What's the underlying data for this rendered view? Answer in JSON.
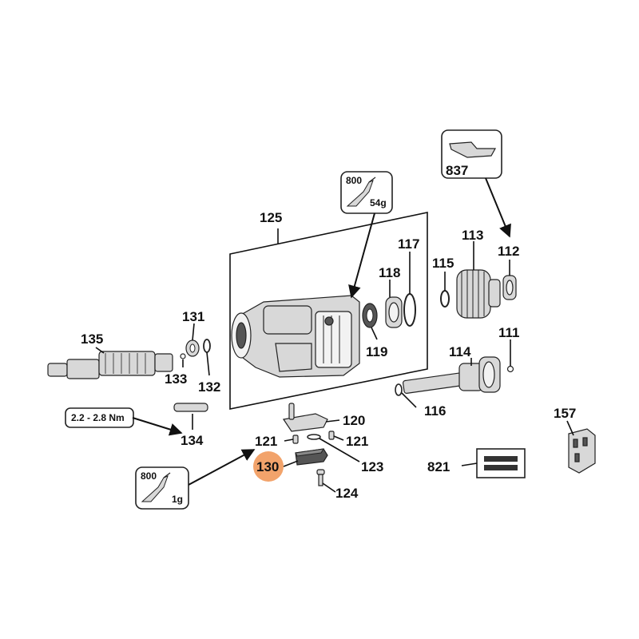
{
  "diagram": {
    "labels": {
      "p111": "111",
      "p112": "112",
      "p113": "113",
      "p114": "114",
      "p115": "115",
      "p116": "116",
      "p117": "117",
      "p118": "118",
      "p119": "119",
      "p120": "120",
      "p121a": "121",
      "p121b": "121",
      "p123": "123",
      "p124": "124",
      "p125": "125",
      "p130": "130",
      "p131": "131",
      "p132": "132",
      "p133": "133",
      "p134": "134",
      "p135": "135",
      "p157": "157",
      "p821": "821",
      "p837": "837"
    },
    "torque_spec": "2.2 - 2.8 Nm",
    "grease_top": {
      "code": "800",
      "amount": "54g"
    },
    "grease_bottom": {
      "code": "800",
      "amount": "1g"
    },
    "highlight_color": "#f2a36b"
  }
}
